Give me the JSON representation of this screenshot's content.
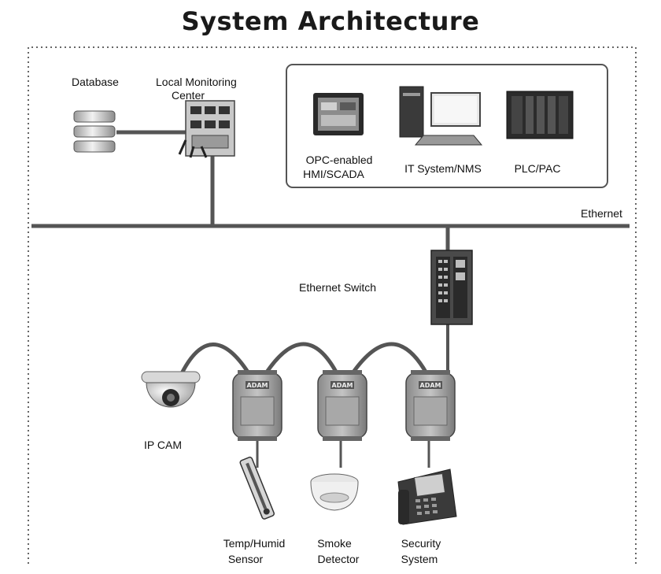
{
  "title": "System Architecture",
  "labels": {
    "database": "Database",
    "local_monitoring_line1": "Local Monitoring",
    "local_monitoring_line2": "Center",
    "hmi_line1": "OPC-enabled",
    "hmi_line2": "HMI/SCADA",
    "it_system": "IT System/NMS",
    "plc": "PLC/PAC",
    "ethernet": "Ethernet",
    "ethernet_switch": "Ethernet Switch",
    "ip_cam": "IP CAM",
    "temp_line1": "Temp/Humid",
    "temp_line2": "Sensor",
    "smoke_line1": "Smoke",
    "smoke_line2": "Detector",
    "security_line1": "Security",
    "security_line2": "System"
  },
  "module_brand": "ADAM"
}
